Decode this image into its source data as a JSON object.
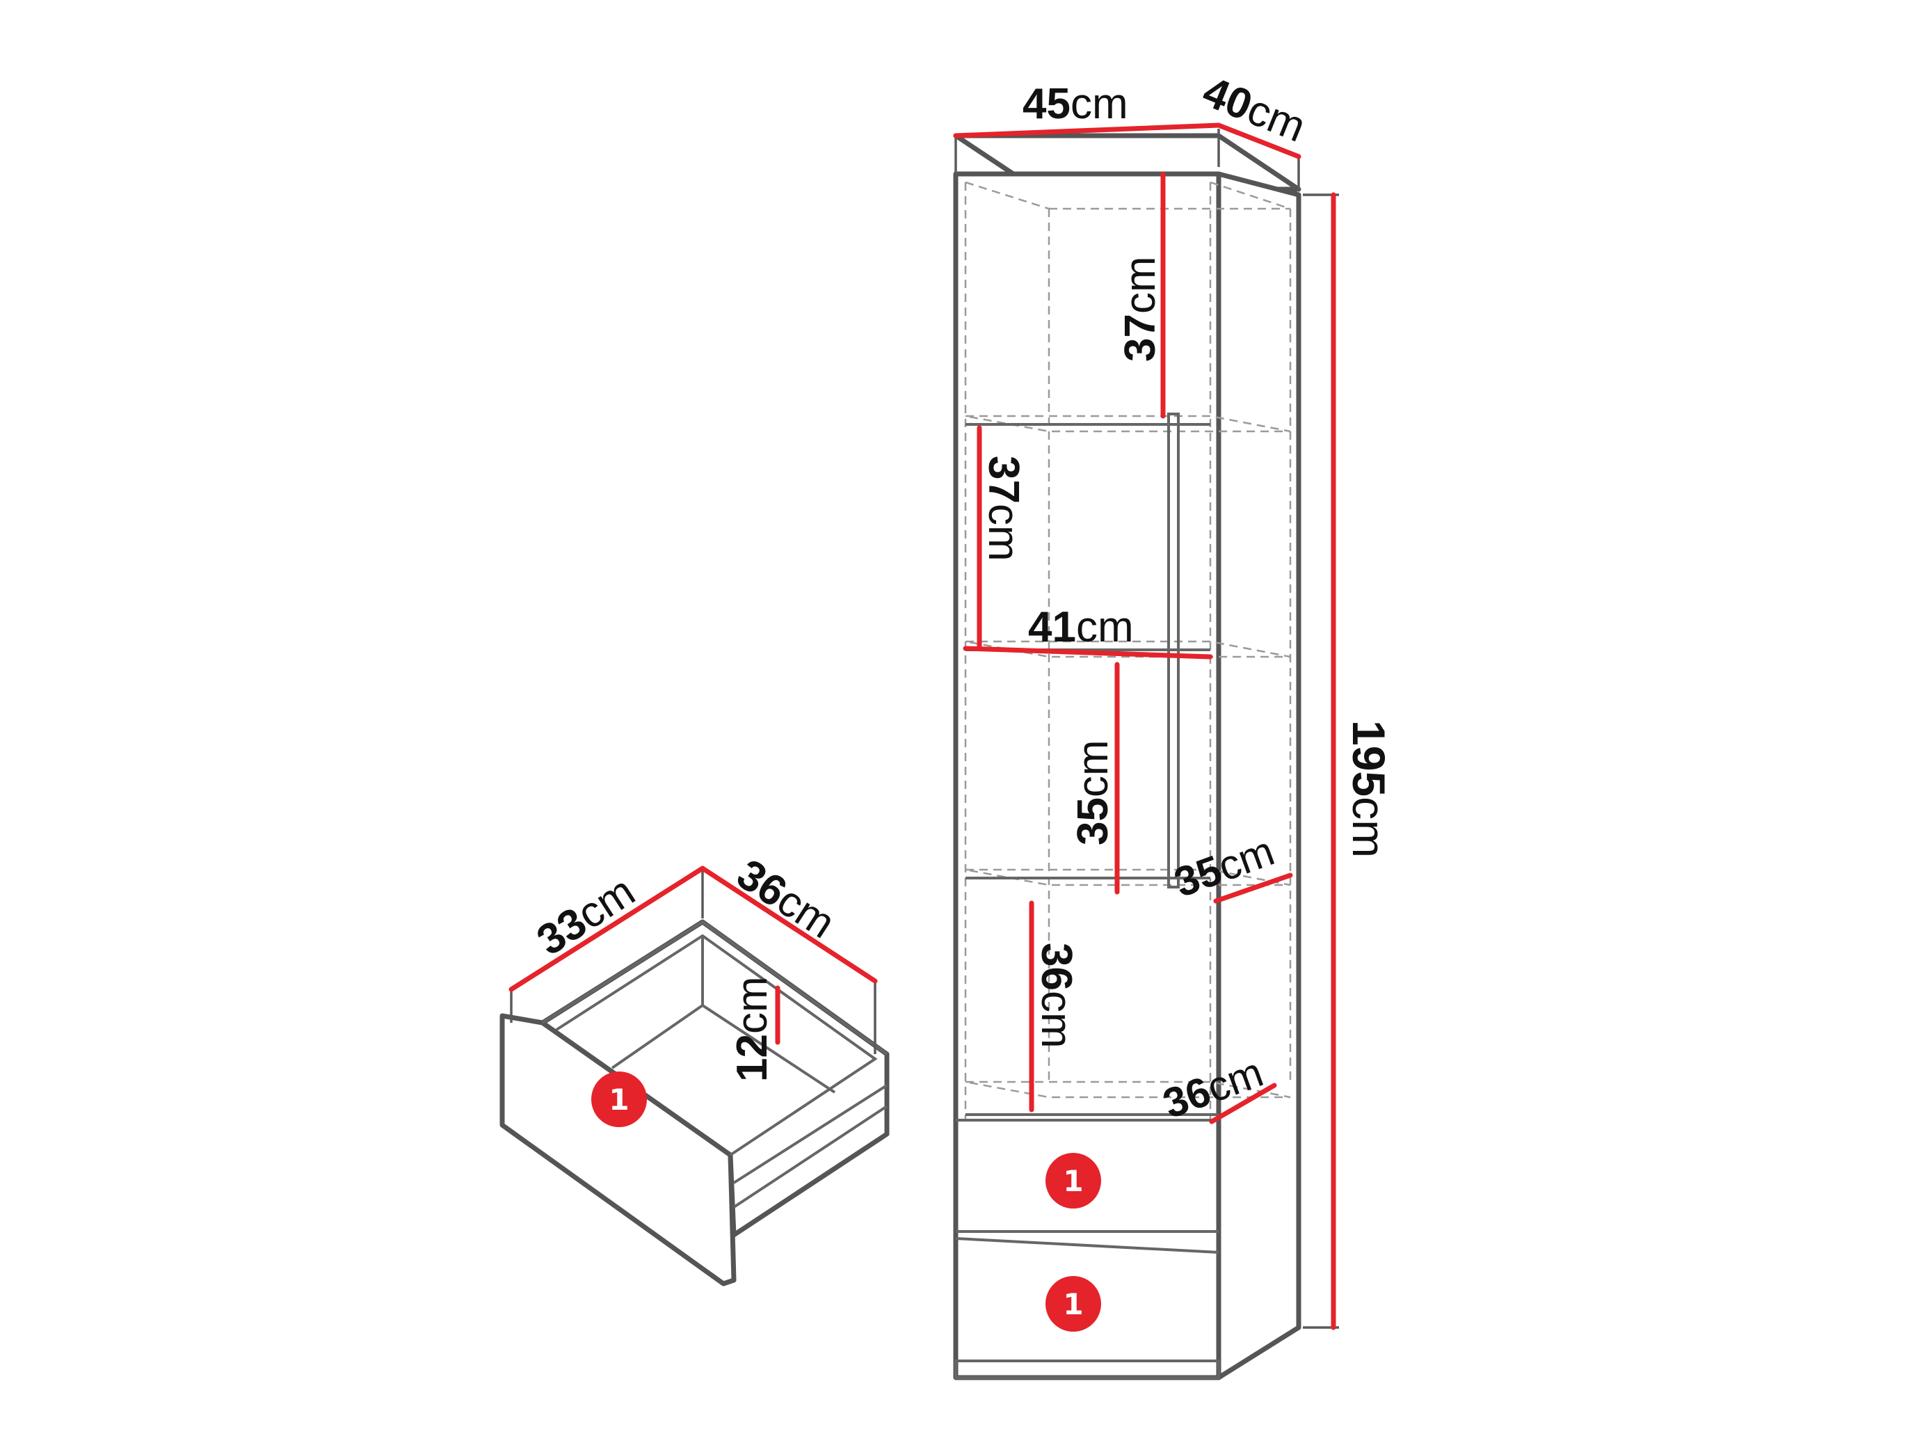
{
  "unit": "cm",
  "cabinet": {
    "width": "45",
    "depth": "40",
    "height": "195",
    "shelf1_height": "37",
    "shelf2_height": "37",
    "inner_width": "41",
    "shelf3_height": "35",
    "shelf3_depth": "35",
    "shelf4_height": "36",
    "shelf4_depth": "36"
  },
  "drawer": {
    "width": "33",
    "depth": "36",
    "height": "12"
  },
  "badge": "1",
  "colors": {
    "dimension_red": "#e5232b",
    "outline_gray": "#555555"
  }
}
